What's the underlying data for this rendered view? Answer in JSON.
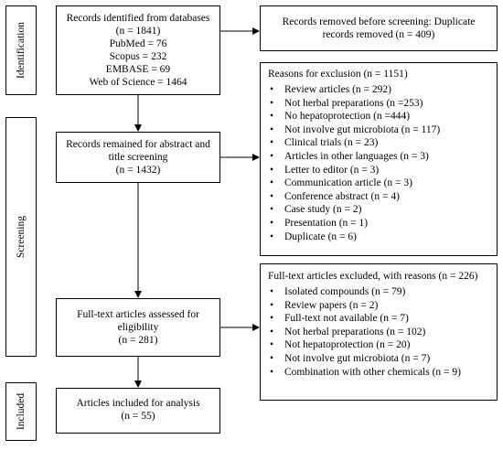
{
  "stages": {
    "identification": "Identification",
    "screening": "Screening",
    "included": "Included"
  },
  "identified": {
    "title": "Records identified from databases",
    "total": "(n = 1841)",
    "sources": [
      "PubMed = 76",
      "Scopus = 232",
      "EMBASE = 69",
      "Web of Science = 1464"
    ]
  },
  "removed": {
    "line1": "Records removed before screening: Duplicate",
    "line2": "records removed (n = 409)"
  },
  "screened": {
    "line1": "Records remained for abstract and",
    "line2": "title screening",
    "count": "(n = 1432)"
  },
  "exclusion1": {
    "title": "Reasons for exclusion (n = 1151)",
    "items": [
      "Review articles (n = 292)",
      "Not herbal preparations (n =253)",
      "No hepatoprotection (n =444)",
      "Not involve gut microbiota (n = 117)",
      "Clinical trials (n = 23)",
      "Articles in other languages (n = 3)",
      "Letter to editor (n = 3)",
      "Communication article (n = 3)",
      "Conference abstract (n = 4)",
      "Case study (n = 2)",
      "Presentation (n = 1)",
      "Duplicate (n = 6)"
    ]
  },
  "fulltext": {
    "line1": "Full-text articles assessed for",
    "line2": "eligibility",
    "count": "(n = 281)"
  },
  "exclusion2": {
    "title": "Full-text articles excluded, with reasons (n = 226)",
    "items": [
      "Isolated compounds (n = 79)",
      "Review papers (n = 2)",
      "Full-text not available (n = 7)",
      "Not herbal preparations (n = 102)",
      "Not hepatoprotection (n = 20)",
      "Not involve gut microbiota (n = 7)",
      "Combination with other chemicals (n = 9)"
    ]
  },
  "included": {
    "line1": "Articles included for analysis",
    "count": "(n = 55)"
  }
}
